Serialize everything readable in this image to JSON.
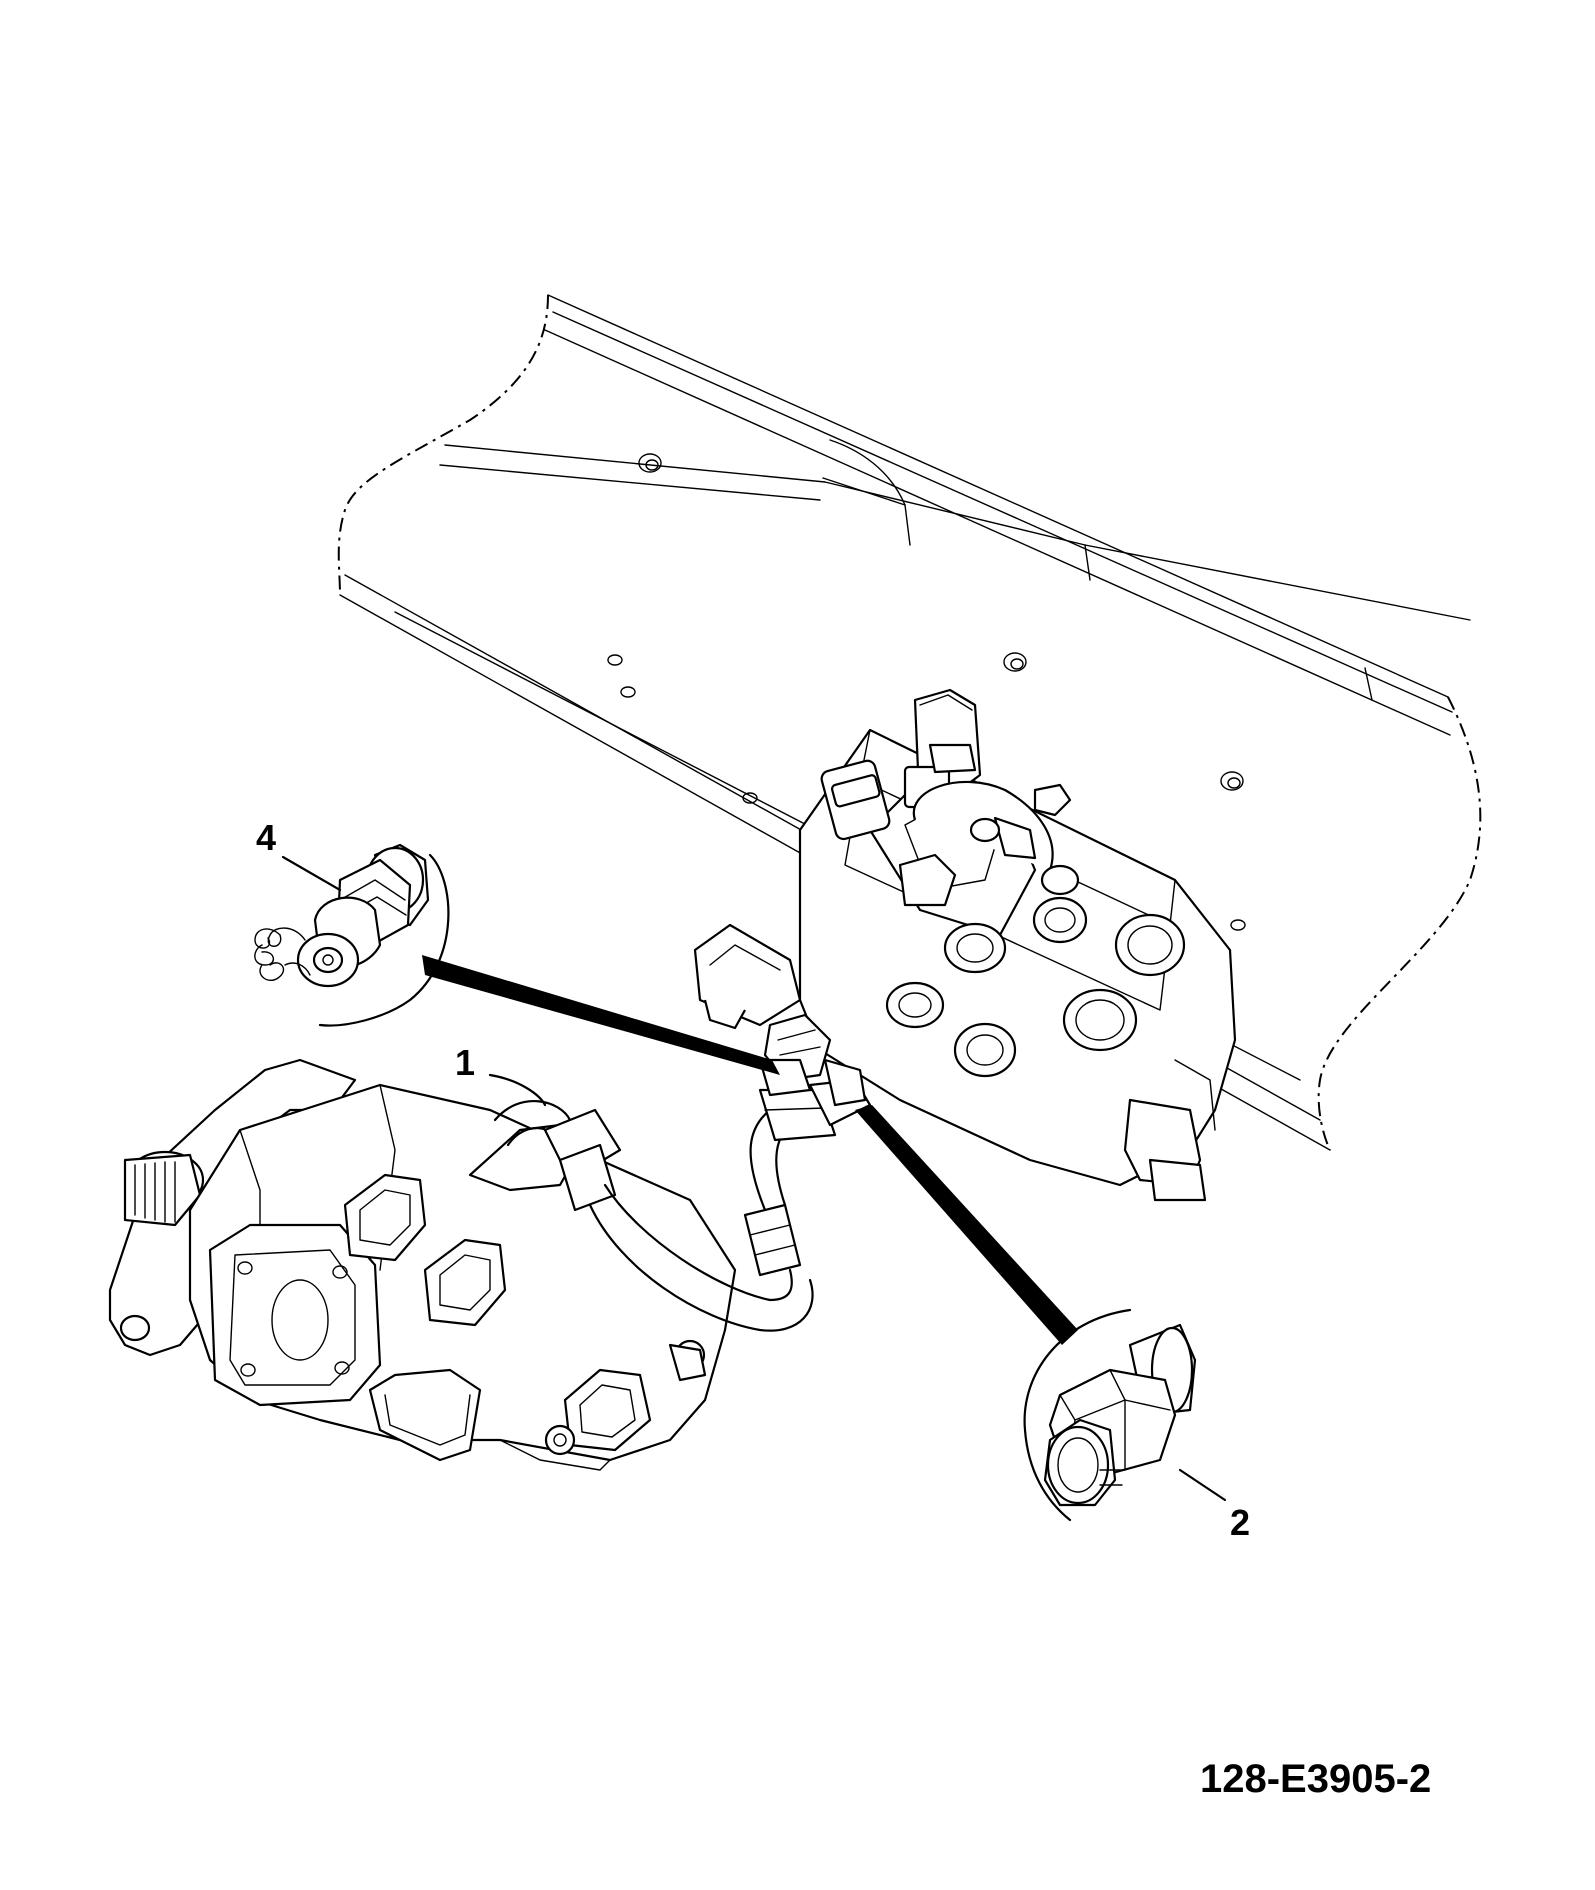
{
  "callouts": {
    "item_1": "1",
    "item_2": "2",
    "item_4": "4"
  },
  "drawing_number": "128-E3905-2",
  "colors": {
    "line": "#000000",
    "background": "#ffffff"
  }
}
